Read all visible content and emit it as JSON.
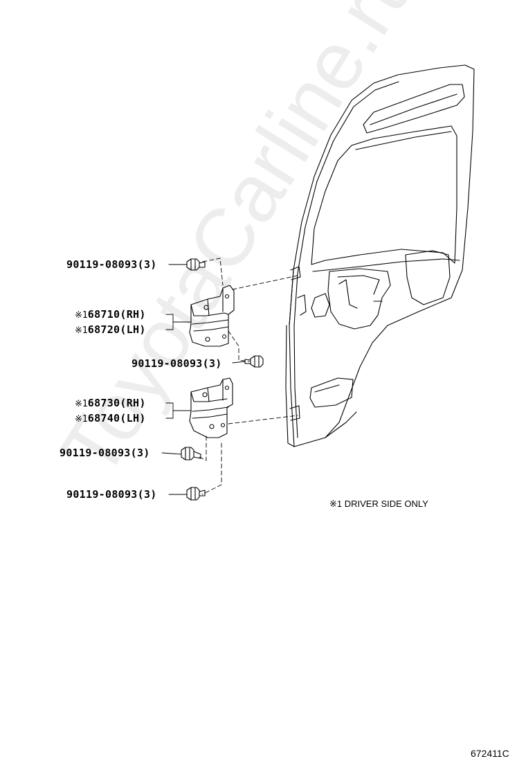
{
  "parts": {
    "bolt_top": "90119-08093(3)",
    "hinge_upper_rh_mark": "※1",
    "hinge_upper_rh": "68710(RH)",
    "hinge_upper_lh_mark": "※1",
    "hinge_upper_lh": "68720(LH)",
    "bolt_mid": "90119-08093(3)",
    "hinge_lower_rh_mark": "※1",
    "hinge_lower_rh": "68730(RH)",
    "hinge_lower_lh_mark": "※1",
    "hinge_lower_lh": "68740(LH)",
    "bolt_lower_a": "90119-08093(3)",
    "bolt_lower_b": "90119-08093(3)"
  },
  "note": "※1 DRIVER SIDE ONLY",
  "diagram_code": "672411C",
  "watermark": "ToyotaCarline.ru"
}
